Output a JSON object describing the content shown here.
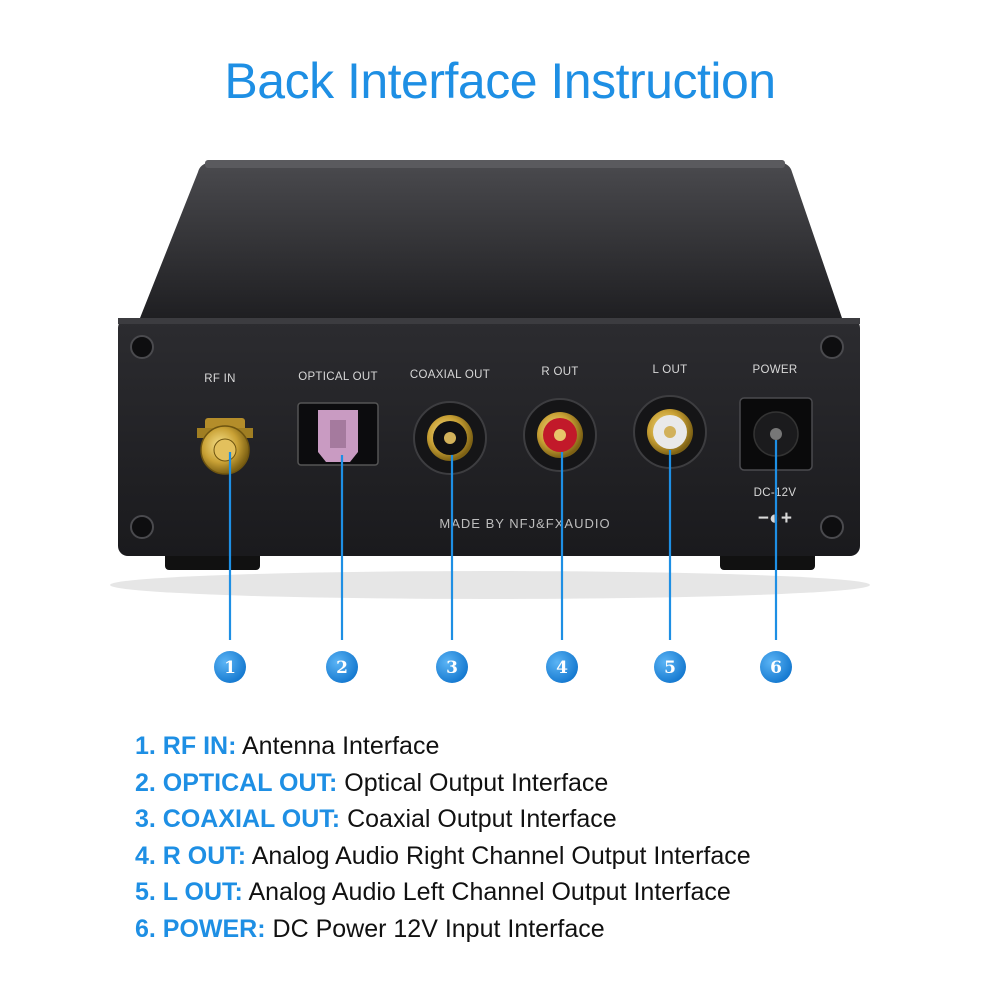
{
  "title": "Back Interface Instruction",
  "panel": {
    "labels": [
      "RF  IN",
      "OPTICAL OUT",
      "COAXIAL OUT",
      "R OUT",
      "L OUT",
      "POWER"
    ],
    "maker": "MADE BY  NFJ&FXAUDIO",
    "dc_label": "DC-12V",
    "polarity": "−◐+"
  },
  "callouts": [
    "1",
    "2",
    "3",
    "4",
    "5",
    "6"
  ],
  "colors": {
    "accent": "#1e8fe4",
    "body": "#111111"
  },
  "list": [
    {
      "key": "1. RF IN:",
      "desc": "Antenna Interface"
    },
    {
      "key": "2. OPTICAL OUT:",
      "desc": "Optical Output Interface"
    },
    {
      "key": "3. COAXIAL OUT:",
      "desc": "Coaxial Output Interface"
    },
    {
      "key": "4. R OUT:",
      "desc": "Analog Audio Right Channel Output Interface"
    },
    {
      "key": "5. L OUT:",
      "desc": "Analog Audio Left Channel Output Interface"
    },
    {
      "key": "6. POWER:",
      "desc": "DC Power 12V Input Interface"
    }
  ]
}
